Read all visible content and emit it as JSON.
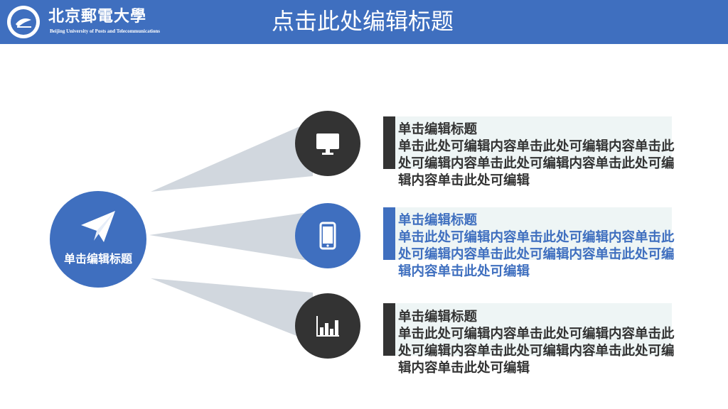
{
  "header": {
    "logo_cn": "北京郵電大學",
    "logo_en": "Beijing University of Posts and Telecommunications",
    "title": "点击此处编辑标题"
  },
  "hub": {
    "label": "单击编辑标题",
    "icon": "paper-plane-icon"
  },
  "items": [
    {
      "icon": "monitor-icon",
      "title": "单击编辑标题",
      "body": "单击此处可编辑内容单击此处可编辑内容单击此处可编辑内容单击此处可编辑内容单击此处可编辑内容单击此处可编辑",
      "highlight": false
    },
    {
      "icon": "smartphone-icon",
      "title": "单击编辑标题",
      "body": "单击此处可编辑内容单击此处可编辑内容单击此处可编辑内容单击此处可编辑内容单击此处可编辑内容单击此处可编辑",
      "highlight": true
    },
    {
      "icon": "bar-chart-icon",
      "title": "单击编辑标题",
      "body": "单击此处可编辑内容单击此处可编辑内容单击此处可编辑内容单击此处可编辑内容单击此处可编辑内容单击此处可编辑",
      "highlight": false
    }
  ],
  "colors": {
    "blue": "#3f6fbf",
    "dark": "#333333",
    "wedge": "#d1d7de",
    "card_bg": "#eef5f5"
  }
}
